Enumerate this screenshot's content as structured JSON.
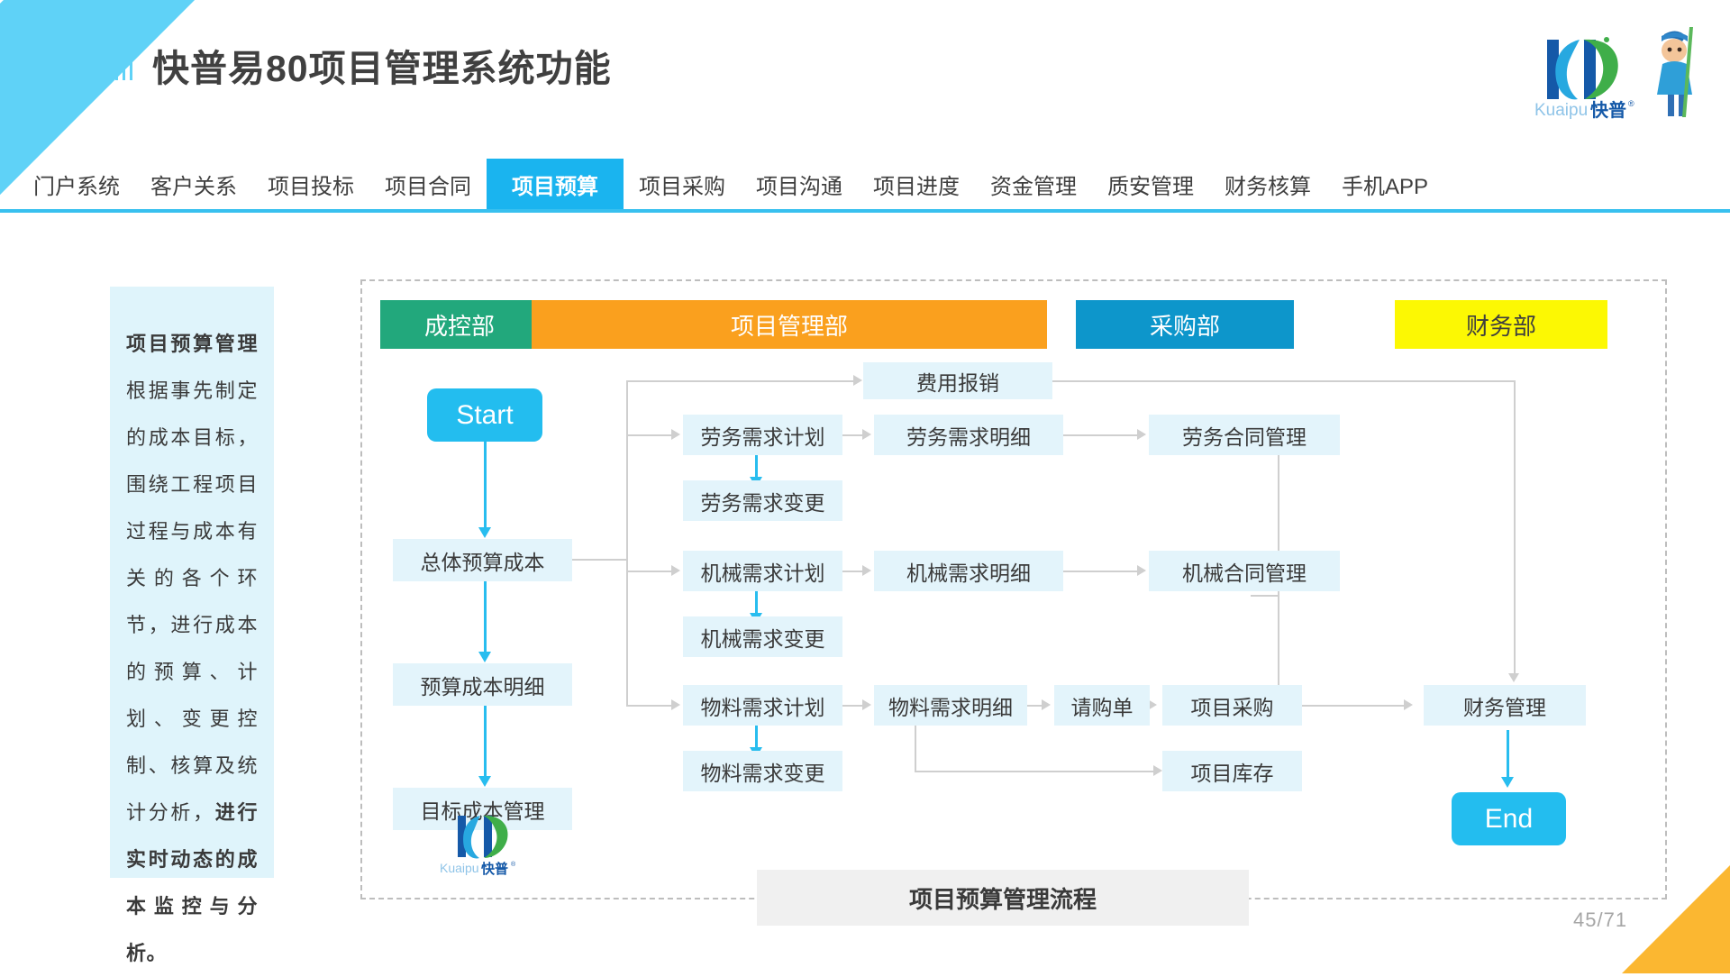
{
  "header": {
    "title": "快普易80项目管理系统功能",
    "decor_icon": "triple-bar-icon",
    "brand": {
      "latin": "Kuaipu",
      "cn": "快普",
      "mark": "kp-logo"
    }
  },
  "nav": {
    "items": [
      {
        "label": "门户系统",
        "active": false
      },
      {
        "label": "客户关系",
        "active": false
      },
      {
        "label": "项目投标",
        "active": false
      },
      {
        "label": "项目合同",
        "active": false
      },
      {
        "label": "项目预算",
        "active": true
      },
      {
        "label": "项目采购",
        "active": false
      },
      {
        "label": "项目沟通",
        "active": false
      },
      {
        "label": "项目进度",
        "active": false
      },
      {
        "label": "资金管理",
        "active": false
      },
      {
        "label": "质安管理",
        "active": false
      },
      {
        "label": "财务核算",
        "active": false
      },
      {
        "label": "手机APP",
        "active": false
      }
    ],
    "active_color": "#1ab4ef",
    "underline_color": "#38c0ef"
  },
  "description": {
    "lead": "项目预算管理",
    "body": "根据事先制定的成本目标，围绕工程项目过程与成本有关的各个环节，进行成本的预算、计划、变更控制、核算及统计分析，",
    "tail": "进行实时动态的成本监控与分析。",
    "bg": "#dff4fb"
  },
  "flow": {
    "caption": "项目预算管理流程",
    "departments": [
      {
        "label": "成控部",
        "color": "#22a87c",
        "text_color": "#ffffff"
      },
      {
        "label": "项目管理部",
        "color": "#faa01e",
        "text_color": "#3f3f3f"
      },
      {
        "label": "采购部",
        "color": "#0d96cb",
        "text_color": "#ffffff"
      },
      {
        "label": "财务部",
        "color": "#fcf803",
        "text_color": "#3f3f3f"
      }
    ],
    "start_label": "Start",
    "end_label": "End",
    "nodes": {
      "cost_total": "总体预算成本",
      "cost_detail": "预算成本明细",
      "cost_target": "目标成本管理",
      "expense_claim": "费用报销",
      "labor_plan": "劳务需求计划",
      "labor_change": "劳务需求变更",
      "labor_detail": "劳务需求明细",
      "labor_contract": "劳务合同管理",
      "machine_plan": "机械需求计划",
      "machine_change": "机械需求变更",
      "machine_detail": "机械需求明细",
      "machine_contract": "机械合同管理",
      "material_plan": "物料需求计划",
      "material_change": "物料需求变更",
      "material_detail": "物料需求明细",
      "requisition": "请购单",
      "project_purchase": "项目采购",
      "project_inventory": "项目库存",
      "finance_mgmt": "财务管理"
    },
    "node_bg": "#e3f4fb",
    "accent": "#23bdef",
    "connector_color": "#cfcfcf"
  },
  "footer": {
    "page": "45/71"
  }
}
